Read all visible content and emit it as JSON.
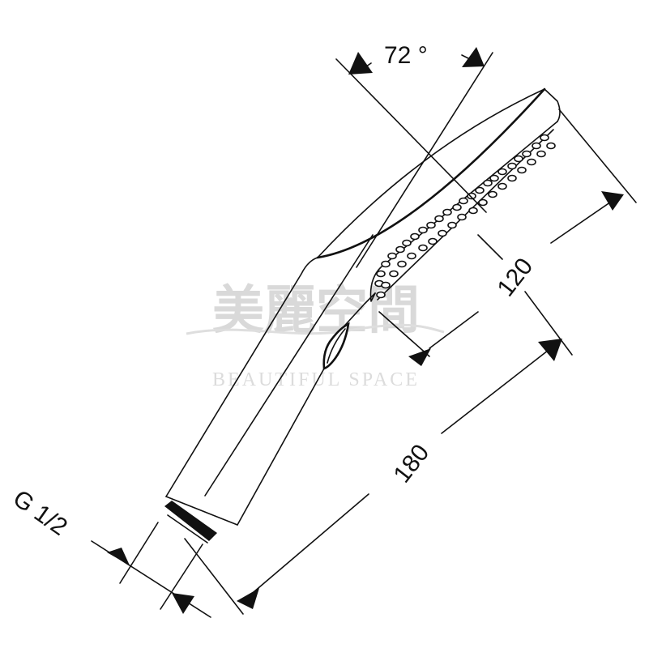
{
  "drawing": {
    "subject": "Hand shower technical dimension drawing",
    "dimensions": {
      "spray_angle": "72 °",
      "head_width": "120",
      "overall_length": "180",
      "thread": "G 1/2"
    },
    "watermark": {
      "chinese": "美麗空間",
      "english": "BEAUTIFUL SPACE"
    },
    "colors": {
      "line": "#111111",
      "background": "#ffffff",
      "watermark": "#d9d9d9"
    }
  }
}
